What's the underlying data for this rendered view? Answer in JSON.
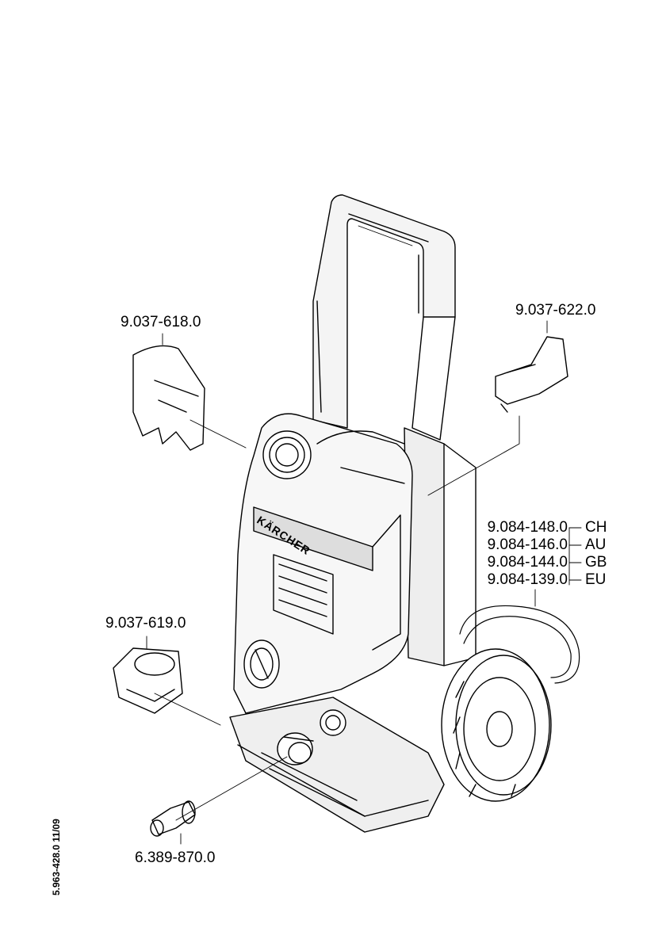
{
  "parts": {
    "hood_left": "9.037-618.0",
    "hood_right": "9.037-622.0",
    "holder_left": "9.037-619.0",
    "coupling": "6.389-870.0"
  },
  "cord_variants": [
    {
      "code": "9.084-148.0",
      "country": "CH"
    },
    {
      "code": "9.084-146.0",
      "country": "AU"
    },
    {
      "code": "9.084-144.0",
      "country": "GB"
    },
    {
      "code": "9.084-139.0",
      "country": "EU"
    }
  ],
  "brand_text": "KÄRCHER",
  "doc_ref": "5.963-428.0  11/09",
  "colors": {
    "line": "#000000",
    "background": "#ffffff",
    "body": "#f4f4f4"
  }
}
